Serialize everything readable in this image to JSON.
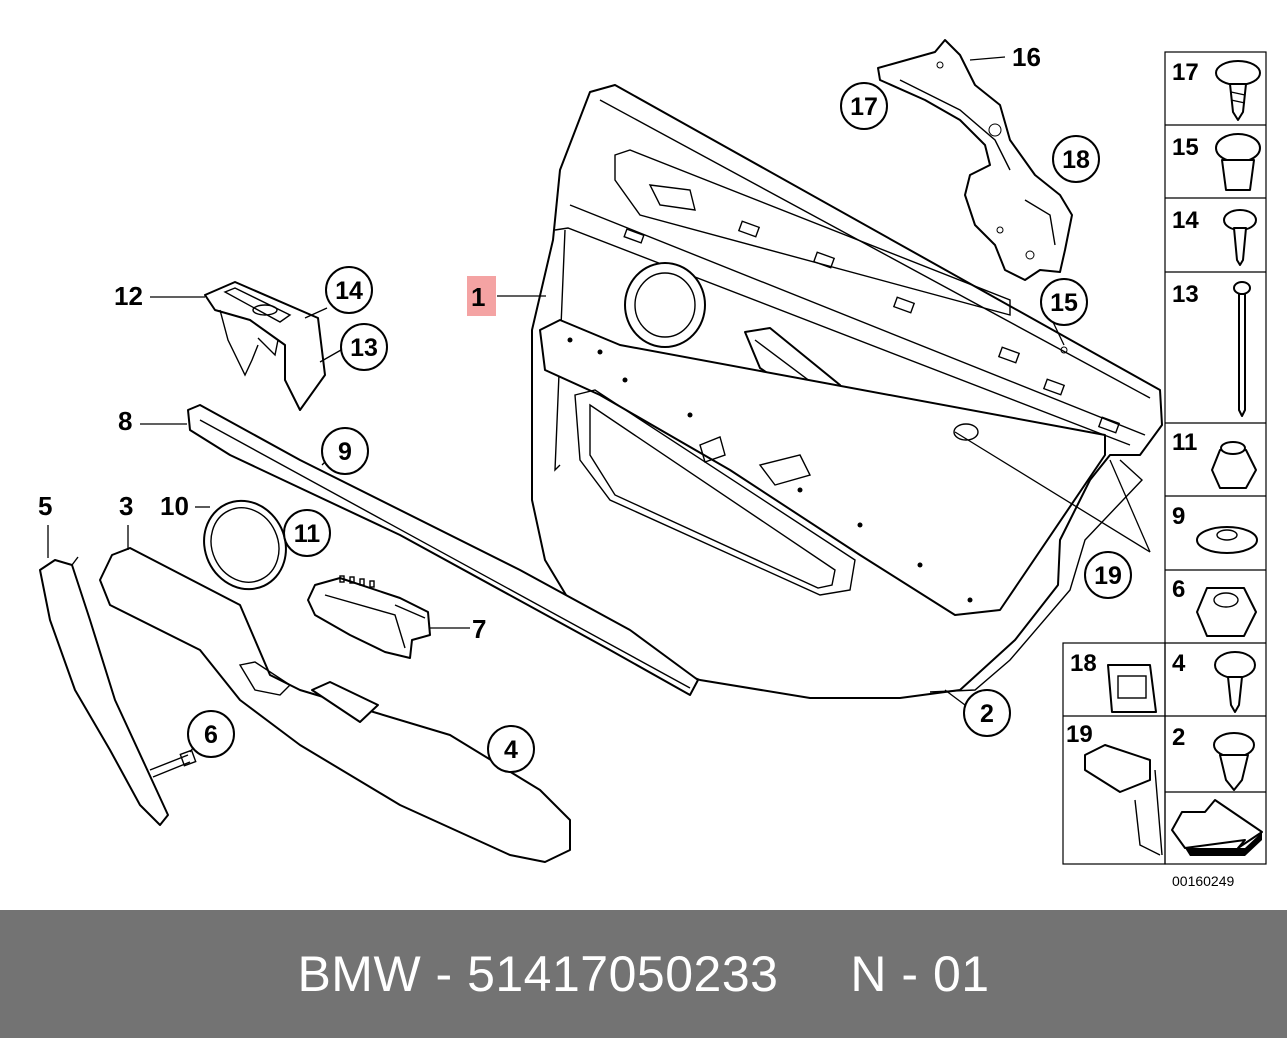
{
  "callouts": {
    "c1": "1",
    "c2": "2",
    "c3": "3",
    "c4": "4",
    "c5": "5",
    "c6": "6",
    "c7": "7",
    "c8": "8",
    "c9": "9",
    "c10": "10",
    "c11": "11",
    "c12": "12",
    "c13": "13",
    "c14": "14",
    "c15": "15",
    "c16": "16",
    "c17": "17",
    "c18": "18",
    "c19": "19"
  },
  "highlight_color": "#f4a3a3",
  "hardware_table": {
    "cells": [
      "17",
      "15",
      "14",
      "13",
      "11",
      "9",
      "6",
      "18",
      "4",
      "19",
      "2"
    ]
  },
  "diagram_code": "00160249",
  "footer": {
    "text": "BMW - 51417050233     N - 01"
  }
}
